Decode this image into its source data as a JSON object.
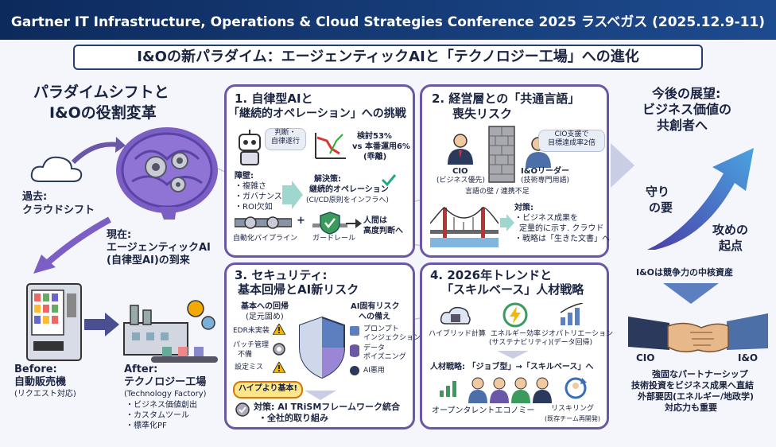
{
  "header": {
    "title": "Gartner IT Infrastructure, Operations & Cloud Strategies Conference 2025 ラスベガス (2025.12.9-11)"
  },
  "subtitle": "I&Oの新パラダイム：エージェンティックAIと「テクノロジー工場」への進化",
  "left": {
    "title1": "パラダイムシフトと",
    "title2": "I&Oの役割変革",
    "past1": "過去:",
    "past2": "クラウドシフト",
    "now1": "現在:",
    "now2": "エージェンティックAI",
    "now3": "(自律型AI)の到来",
    "before1": "Before:",
    "before2": "自動販売機",
    "before3": "(リクエスト対応)",
    "after1": "After:",
    "after2": "テクノロジー工場",
    "after3": "(Technology Factory)",
    "after_items": [
      "・ビジネス価値創出",
      "・カスタムツール",
      "・標準化PF"
    ]
  },
  "p1": {
    "title1": "1. 自律型AIと",
    "title2": "「継続的オペレーション」への挑戦",
    "bubble1": "判断・",
    "bubble2": "自律遂行",
    "stat1": "検討53%",
    "stat2": "vs 本番運用6%",
    "stat3": "(乖離)",
    "barrier_title": "障壁:",
    "barriers": [
      "・複雑さ",
      "・ガバナンス",
      "・ROI欠如"
    ],
    "sol1": "解決策:",
    "sol2": "継続的オペレーション",
    "sol3": "(CI/CD原則をインフラへ)",
    "pipe": "自動化パイプライン",
    "plus": "+",
    "guard": "ガードレール",
    "human1": "人間は",
    "human2": "高度判断へ"
  },
  "p2": {
    "title1": "2. 経営層との「共通言語」",
    "title2": "喪失リスク",
    "cio_note1": "CIO支援で",
    "cio_note2": "目標達成率2倍",
    "cio1": "CIO",
    "cio2": "(ビジネス優先)",
    "ino1": "I&Oリーダー",
    "ino2": "(技術専門用語)",
    "wall": "言語の壁 / 連携不足",
    "plan1": "対策:",
    "plan2": "・ビジネス成果を",
    "plan3": "定量的に示す. クラウド",
    "plan4": "・戦略は「生きた文書」へ"
  },
  "p3": {
    "title1": "3. セキュリティ:",
    "title2": "基本回帰とAI新リスク",
    "basic1": "基本への回帰",
    "basic2": "(足元固め)",
    "basic_items": [
      "EDR未実装",
      "パッチ管理",
      "不備",
      "設定ミス"
    ],
    "ai1": "AI固有リスク",
    "ai2": "への備え",
    "ai_items": [
      "プロンプト",
      "インジェクション",
      "データ",
      "ポイズニング",
      "AI悪用"
    ],
    "hype": "ハイプより基本!",
    "plan1": "対策: AI TRiSMフレームワーク統合",
    "plan2": "・全社的取り組み"
  },
  "p4": {
    "title1": "4. 2026年トレンドと",
    "title2": "「スキルベース」人材戦略",
    "trend1": "ハイブリッド計算",
    "trend2a": "エネルギー効率",
    "trend2b": "(サステナビリティ)",
    "trend3a": "ジオパトリエーション",
    "trend3b": "(データ回帰)",
    "hr": "人材戦略: 「ジョブ型」→「スキルベース」へ",
    "talent": "オープンタレントエコノミー",
    "reskill1": "リスキリング",
    "reskill2": "(既存チーム再開発)"
  },
  "right": {
    "title1": "今後の展望:",
    "title2": "ビジネス価値の",
    "title3": "共創者へ",
    "defense1": "守り",
    "defense2": "の要",
    "offense1": "攻めの",
    "offense2": "起点",
    "core": "I&Oは競争力の中核資産",
    "cio": "CIO",
    "ino": "I&O",
    "last1": "強固なパートナーシップ",
    "last2": "技術投資をビジネス成果へ直結",
    "last3": "外部要因(エネルギー/地政学)",
    "last4": "対応力も重要"
  },
  "colors": {
    "navy": "#0d2a5c",
    "purple": "#6a58a6",
    "accent": "#3b6fb5",
    "warn": "#f2b705"
  }
}
